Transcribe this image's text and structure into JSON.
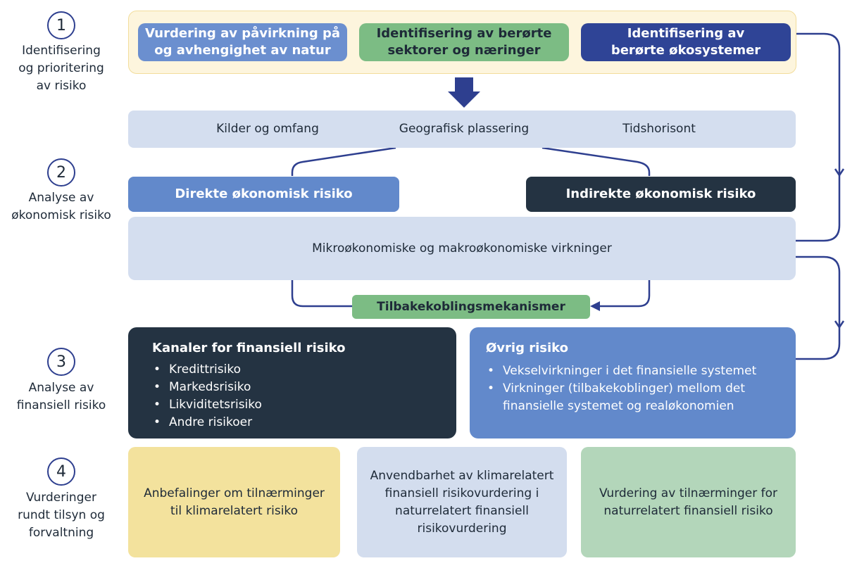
{
  "steps": [
    {
      "number": "1",
      "label": [
        "Identifisering",
        "og prioritering",
        "av risiko"
      ]
    },
    {
      "number": "2",
      "label": [
        "Analyse av",
        "økonomisk risiko"
      ]
    },
    {
      "number": "3",
      "label": [
        "Analyse av",
        "finansiell risiko"
      ]
    },
    {
      "number": "4",
      "label": [
        "Vurderinger",
        "rundt tilsyn og",
        "forvaltning"
      ]
    }
  ],
  "row1": {
    "box_a": [
      "Vurdering av påvirkning på",
      "og avhengighet av natur"
    ],
    "box_b": [
      "Identifisering av berørte",
      "sektorer og næringer"
    ],
    "box_c": [
      "Identifisering av",
      "berørte økosystemer"
    ]
  },
  "factors": [
    "Kilder og omfang",
    "Geografisk plassering",
    "Tidshorisont"
  ],
  "direct_risk": "Direkte økonomisk risiko",
  "indirect_risk": "Indirekte økonomisk risiko",
  "effects": "Mikroøkonomiske og makroøkonomiske virkninger",
  "feedback": "Tilbakekoblingsmekanismer",
  "financial_channels": {
    "title": "Kanaler for finansiell risiko",
    "items": [
      "Kredittrisiko",
      "Markedsrisiko",
      "Likviditetsrisiko",
      "Andre risikoer"
    ]
  },
  "other_risk": {
    "title": "Øvrig risiko",
    "items": [
      [
        "Vekselvirkninger i det finansielle systemet"
      ],
      [
        "Virkninger (tilbakekoblinger) mellom det",
        "finansielle systemet og realøkonomien"
      ]
    ]
  },
  "assessments": [
    [
      "Anbefalinger om tilnærminger",
      "til klimarelatert risiko"
    ],
    [
      "Anvendbarhet av klimarelatert",
      "finansiell risikovurdering i",
      "naturrelatert finansiell",
      "risikovurdering"
    ],
    [
      "Vurdering av tilnærminger for",
      "naturrelatert finansiell risiko"
    ]
  ],
  "colors": {
    "connector": "#2e3f8f",
    "yellow_panel": "#fdf5dd",
    "light_blue": "#6b8fcf",
    "green": "#7cbc84",
    "dark_blue": "#2f4496",
    "pale_blue": "#d4deef",
    "navy": "#243342"
  }
}
